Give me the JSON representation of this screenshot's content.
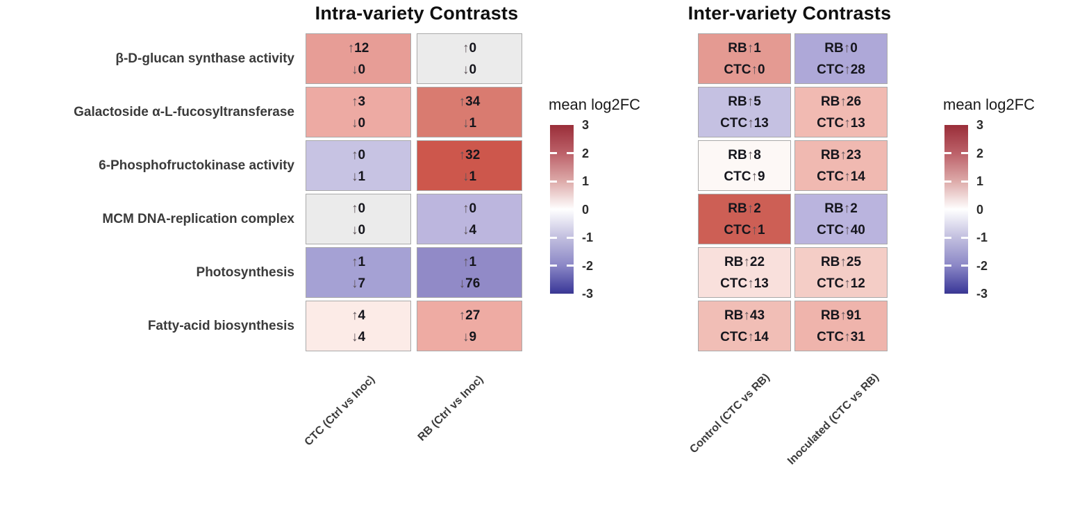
{
  "figure": {
    "arrows": {
      "up": "↑",
      "down": "↓"
    },
    "colorbar": {
      "title": "mean log2FC",
      "tick_labels": [
        "3",
        "2",
        "1",
        "0",
        "-1",
        "-2",
        "-3"
      ],
      "dash_tick_values": [
        2,
        1,
        -1,
        -2
      ],
      "range_max": 3,
      "range_min": -3,
      "high_color": "#9a2e39",
      "mid_color": "#ffffff",
      "low_color": "#3a388f"
    }
  },
  "chart_data": [
    {
      "type": "heatmap",
      "title": "Intra-variety Contrasts",
      "legend_title": "mean log2FC",
      "colorbar_range": [
        -3,
        3
      ],
      "cell_label_format": "up_down_counts",
      "rows": [
        "β-D-glucan synthase activity",
        "Galactoside α-L-fucosyltransferase",
        "6-Phosphofructokinase activity",
        "MCM DNA-replication complex",
        "Photosynthesis",
        "Fatty-acid biosynthesis"
      ],
      "columns": [
        "CTC (Ctrl vs Inoc)",
        "RB (Ctrl vs Inoc)"
      ],
      "cells": [
        [
          {
            "up": 12,
            "down": 0,
            "fill": "#e79d96"
          },
          {
            "up": 0,
            "down": 0,
            "fill": "#ebebeb"
          }
        ],
        [
          {
            "up": 3,
            "down": 0,
            "fill": "#edaaa3"
          },
          {
            "up": 34,
            "down": 1,
            "fill": "#d97b70"
          }
        ],
        [
          {
            "up": 0,
            "down": 1,
            "fill": "#c7c3e3"
          },
          {
            "up": 32,
            "down": 1,
            "fill": "#cd574c"
          }
        ],
        [
          {
            "up": 0,
            "down": 0,
            "fill": "#ebebeb"
          },
          {
            "up": 0,
            "down": 4,
            "fill": "#bcb6de"
          }
        ],
        [
          {
            "up": 1,
            "down": 7,
            "fill": "#a5a1d4"
          },
          {
            "up": 1,
            "down": 76,
            "fill": "#918ac7"
          }
        ],
        [
          {
            "up": 4,
            "down": 4,
            "fill": "#fcebe7"
          },
          {
            "up": 27,
            "down": 9,
            "fill": "#eeaba3"
          }
        ]
      ]
    },
    {
      "type": "heatmap",
      "title": "Inter-variety Contrasts",
      "legend_title": "mean log2FC",
      "colorbar_range": [
        -3,
        3
      ],
      "cell_label_format": "rb_ctc_up_counts",
      "rows": [
        "β-D-glucan synthase activity",
        "Galactoside α-L-fucosyltransferase",
        "6-Phosphofructokinase activity",
        "MCM DNA-replication complex",
        "Photosynthesis",
        "Fatty-acid biosynthesis"
      ],
      "columns": [
        "Control (CTC vs RB)",
        "Inoculated (CTC vs RB)"
      ],
      "group_prefixes": [
        "RB",
        "CTC"
      ],
      "cells": [
        [
          {
            "rb_up": 1,
            "ctc_up": 0,
            "fill": "#e49a92"
          },
          {
            "rb_up": 0,
            "ctc_up": 28,
            "fill": "#aea8d8"
          }
        ],
        [
          {
            "rb_up": 5,
            "ctc_up": 13,
            "fill": "#c5c1e2"
          },
          {
            "rb_up": 26,
            "ctc_up": 13,
            "fill": "#f1bab2"
          }
        ],
        [
          {
            "rb_up": 8,
            "ctc_up": 9,
            "fill": "#fdf8f6"
          },
          {
            "rb_up": 23,
            "ctc_up": 14,
            "fill": "#f0b9b1"
          }
        ],
        [
          {
            "rb_up": 2,
            "ctc_up": 1,
            "fill": "#cd5f55"
          },
          {
            "rb_up": 2,
            "ctc_up": 40,
            "fill": "#bab4de"
          }
        ],
        [
          {
            "rb_up": 22,
            "ctc_up": 13,
            "fill": "#f9e0dc"
          },
          {
            "rb_up": 25,
            "ctc_up": 12,
            "fill": "#f4cdc6"
          }
        ],
        [
          {
            "rb_up": 43,
            "ctc_up": 14,
            "fill": "#f1beb6"
          },
          {
            "rb_up": 91,
            "ctc_up": 31,
            "fill": "#efb4ac"
          }
        ]
      ]
    }
  ]
}
